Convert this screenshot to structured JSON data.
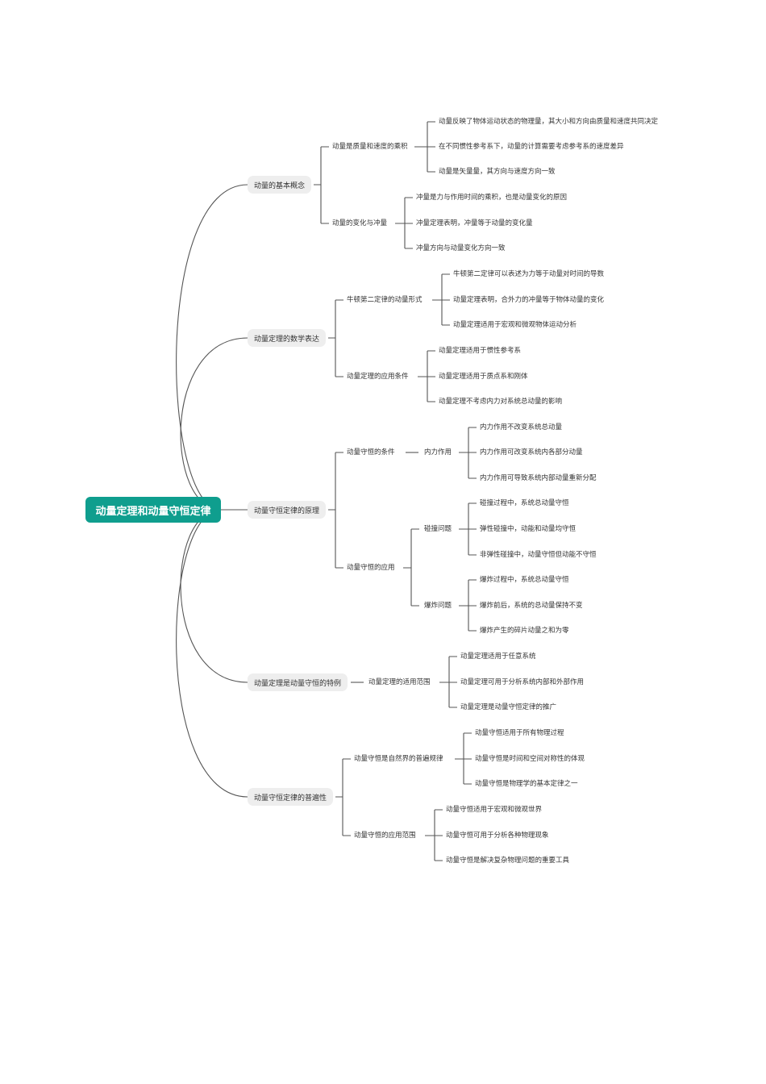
{
  "root": "动量定理和动量守恒定律",
  "b1": {
    "label": "动量的基本概念",
    "c1": {
      "label": "动量是质量和速度的乘积",
      "items": [
        "动量反映了物体运动状态的物理量，其大小和方向由质量和速度共同决定",
        "在不同惯性参考系下，动量的计算需要考虑参考系的速度差异",
        "动量是矢量量，其方向与速度方向一致"
      ]
    },
    "c2": {
      "label": "动量的变化与冲量",
      "items": [
        "冲量是力与作用时间的乘积，也是动量变化的原因",
        "冲量定理表明，冲量等于动量的变化量",
        "冲量方向与动量变化方向一致"
      ]
    }
  },
  "b2": {
    "label": "动量定理的数学表达",
    "c1": {
      "label": "牛顿第二定律的动量形式",
      "items": [
        "牛顿第二定律可以表述为力等于动量对时间的导数",
        "动量定理表明，合外力的冲量等于物体动量的变化",
        "动量定理适用于宏观和微观物体运动分析"
      ]
    },
    "c2": {
      "label": "动量定理的应用条件",
      "items": [
        "动量定理适用于惯性参考系",
        "动量定理适用于质点系和刚体",
        "动量定理不考虑内力对系统总动量的影响"
      ]
    }
  },
  "b3": {
    "label": "动量守恒定律的原理",
    "c1": {
      "label": "动量守恒的条件",
      "d1": {
        "label": "内力作用",
        "items": [
          "内力作用不改变系统总动量",
          "内力作用可改变系统内各部分动量",
          "内力作用可导致系统内部动量重新分配"
        ]
      }
    },
    "c2": {
      "label": "动量守恒的应用",
      "d1": {
        "label": "碰撞问题",
        "items": [
          "碰撞过程中，系统总动量守恒",
          "弹性碰撞中，动能和动量均守恒",
          "非弹性碰撞中，动量守恒但动能不守恒"
        ]
      },
      "d2": {
        "label": "爆炸问题",
        "items": [
          "爆炸过程中，系统总动量守恒",
          "爆炸前后，系统的总动量保持不变",
          "爆炸产生的碎片动量之和为零"
        ]
      }
    }
  },
  "b4": {
    "label": "动量定理是动量守恒的特例",
    "c1": {
      "label": "动量定理的适用范围",
      "items": [
        "动量定理适用于任意系统",
        "动量定理可用于分析系统内部和外部作用",
        "动量定理是动量守恒定律的推广"
      ]
    }
  },
  "b5": {
    "label": "动量守恒定律的普遍性",
    "c1": {
      "label": "动量守恒是自然界的普遍规律",
      "items": [
        "动量守恒适用于所有物理过程",
        "动量守恒是时间和空间对称性的体现",
        "动量守恒是物理学的基本定律之一"
      ]
    },
    "c2": {
      "label": "动量守恒的应用范围",
      "items": [
        "动量守恒适用于宏观和微观世界",
        "动量守恒可用于分析各种物理现象",
        "动量守恒是解决复杂物理问题的重要工具"
      ]
    }
  },
  "colors": {
    "root": "#0f9e8e",
    "line": "#555555",
    "node_bg": "#eeeeee"
  }
}
